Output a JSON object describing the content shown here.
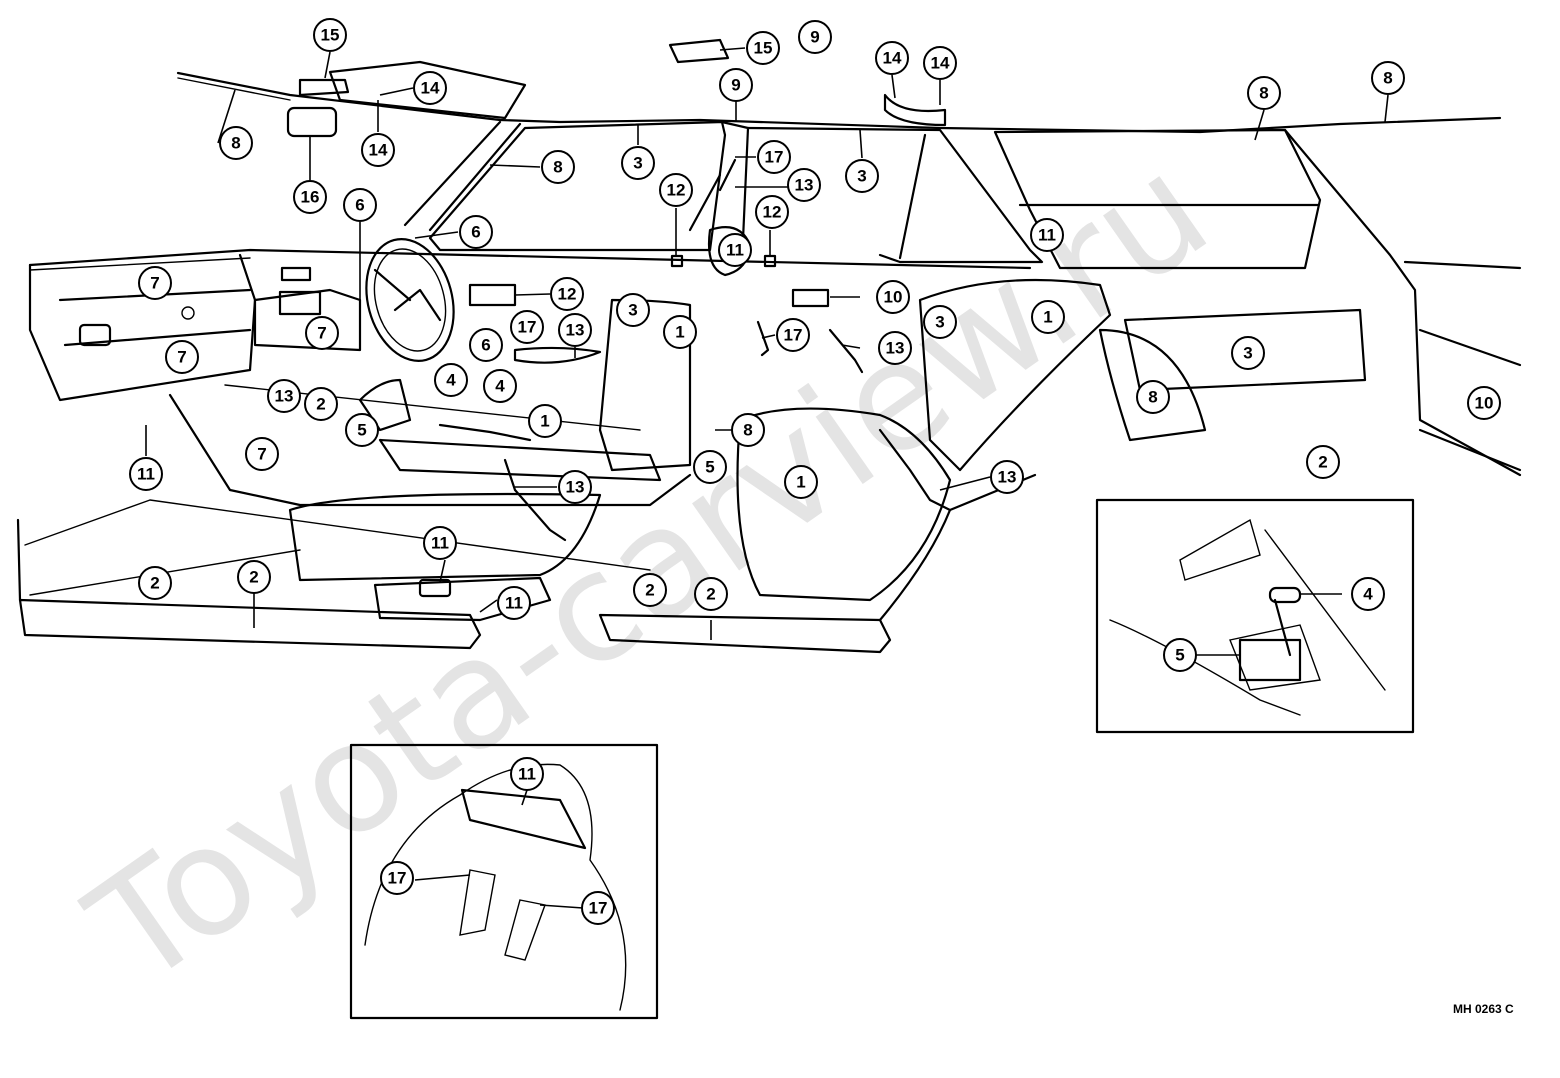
{
  "watermark": "Toyota-carview.ru",
  "figure_code": "MH 0263 C",
  "callouts": [
    {
      "id": "c15a",
      "label": "15"
    },
    {
      "id": "c15b",
      "label": "15"
    },
    {
      "id": "c9a",
      "label": "9"
    },
    {
      "id": "c9b",
      "label": "9"
    },
    {
      "id": "c14a",
      "label": "14"
    },
    {
      "id": "c14b",
      "label": "14"
    },
    {
      "id": "c14c",
      "label": "14"
    },
    {
      "id": "c14d",
      "label": "14"
    },
    {
      "id": "c8a",
      "label": "8"
    },
    {
      "id": "c8b",
      "label": "8"
    },
    {
      "id": "c8c",
      "label": "8"
    },
    {
      "id": "c8d",
      "label": "8"
    },
    {
      "id": "c8e",
      "label": "8"
    },
    {
      "id": "c8f",
      "label": "8"
    },
    {
      "id": "c16",
      "label": "16"
    },
    {
      "id": "c3a",
      "label": "3"
    },
    {
      "id": "c3b",
      "label": "3"
    },
    {
      "id": "c3c",
      "label": "3"
    },
    {
      "id": "c3d",
      "label": "3"
    },
    {
      "id": "c3e",
      "label": "3"
    },
    {
      "id": "c17a",
      "label": "17"
    },
    {
      "id": "c17b",
      "label": "17"
    },
    {
      "id": "c17c",
      "label": "17"
    },
    {
      "id": "c17d",
      "label": "17"
    },
    {
      "id": "c17e",
      "label": "17"
    },
    {
      "id": "c13a",
      "label": "13"
    },
    {
      "id": "c13b",
      "label": "13"
    },
    {
      "id": "c13c",
      "label": "13"
    },
    {
      "id": "c13d",
      "label": "13"
    },
    {
      "id": "c13e",
      "label": "13"
    },
    {
      "id": "c13f",
      "label": "13"
    },
    {
      "id": "c6a",
      "label": "6"
    },
    {
      "id": "c6b",
      "label": "6"
    },
    {
      "id": "c6c",
      "label": "6"
    },
    {
      "id": "c12a",
      "label": "12"
    },
    {
      "id": "c12b",
      "label": "12"
    },
    {
      "id": "c12c",
      "label": "12"
    },
    {
      "id": "c11a",
      "label": "11"
    },
    {
      "id": "c11b",
      "label": "11"
    },
    {
      "id": "c11c",
      "label": "11"
    },
    {
      "id": "c11d",
      "label": "11"
    },
    {
      "id": "c11e",
      "label": "11"
    },
    {
      "id": "c11f",
      "label": "11"
    },
    {
      "id": "c7a",
      "label": "7"
    },
    {
      "id": "c7b",
      "label": "7"
    },
    {
      "id": "c7c",
      "label": "7"
    },
    {
      "id": "c7d",
      "label": "7"
    },
    {
      "id": "c10a",
      "label": "10"
    },
    {
      "id": "c10b",
      "label": "10"
    },
    {
      "id": "c1a",
      "label": "1"
    },
    {
      "id": "c1b",
      "label": "1"
    },
    {
      "id": "c1c",
      "label": "1"
    },
    {
      "id": "c1d",
      "label": "1"
    },
    {
      "id": "c2a",
      "label": "2"
    },
    {
      "id": "c2b",
      "label": "2"
    },
    {
      "id": "c2c",
      "label": "2"
    },
    {
      "id": "c2d",
      "label": "2"
    },
    {
      "id": "c2e",
      "label": "2"
    },
    {
      "id": "c2f",
      "label": "2"
    },
    {
      "id": "c4a",
      "label": "4"
    },
    {
      "id": "c4b",
      "label": "4"
    },
    {
      "id": "c4c",
      "label": "4"
    },
    {
      "id": "c5a",
      "label": "5"
    },
    {
      "id": "c5b",
      "label": "5"
    },
    {
      "id": "c5c",
      "label": "5"
    }
  ]
}
